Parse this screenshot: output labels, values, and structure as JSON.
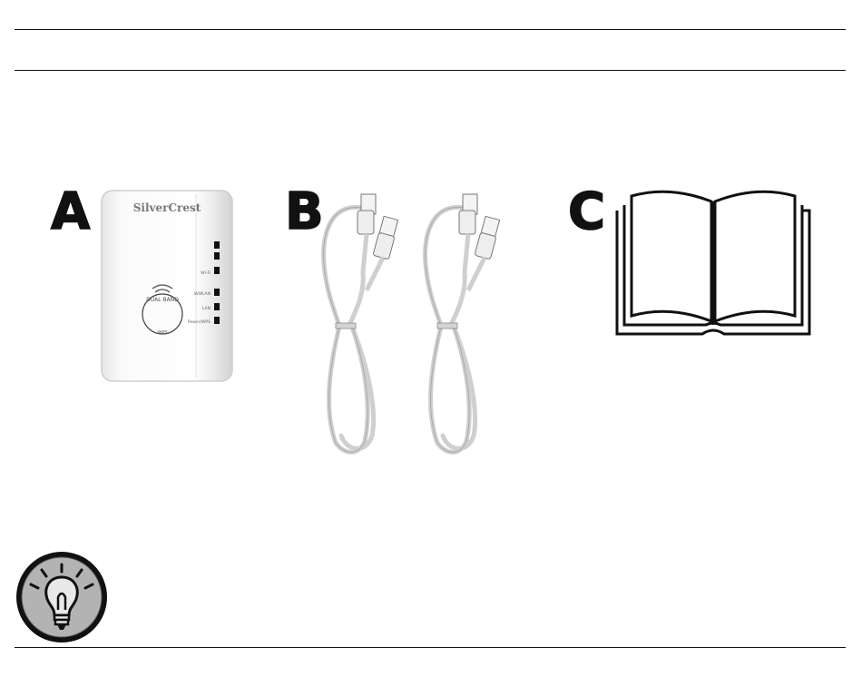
{
  "items": [
    {
      "letter": "A",
      "name": "repeater"
    },
    {
      "letter": "B",
      "name": "network-cables"
    },
    {
      "letter": "C",
      "name": "manual"
    }
  ],
  "device": {
    "brand_silver": "Silver",
    "brand_crest": "Crest",
    "button_arc": "DUAL BAND",
    "button_label": "WPS",
    "led_labels": [
      "Wi-Fi",
      "WWLAN",
      "LAN",
      "Power/WPS"
    ]
  },
  "icons": [
    "lightbulb-tip-icon",
    "book-icon"
  ],
  "colors": {
    "ink": "#111111",
    "device_body": "#f2f2f2",
    "cable": "#d8d8d8"
  }
}
